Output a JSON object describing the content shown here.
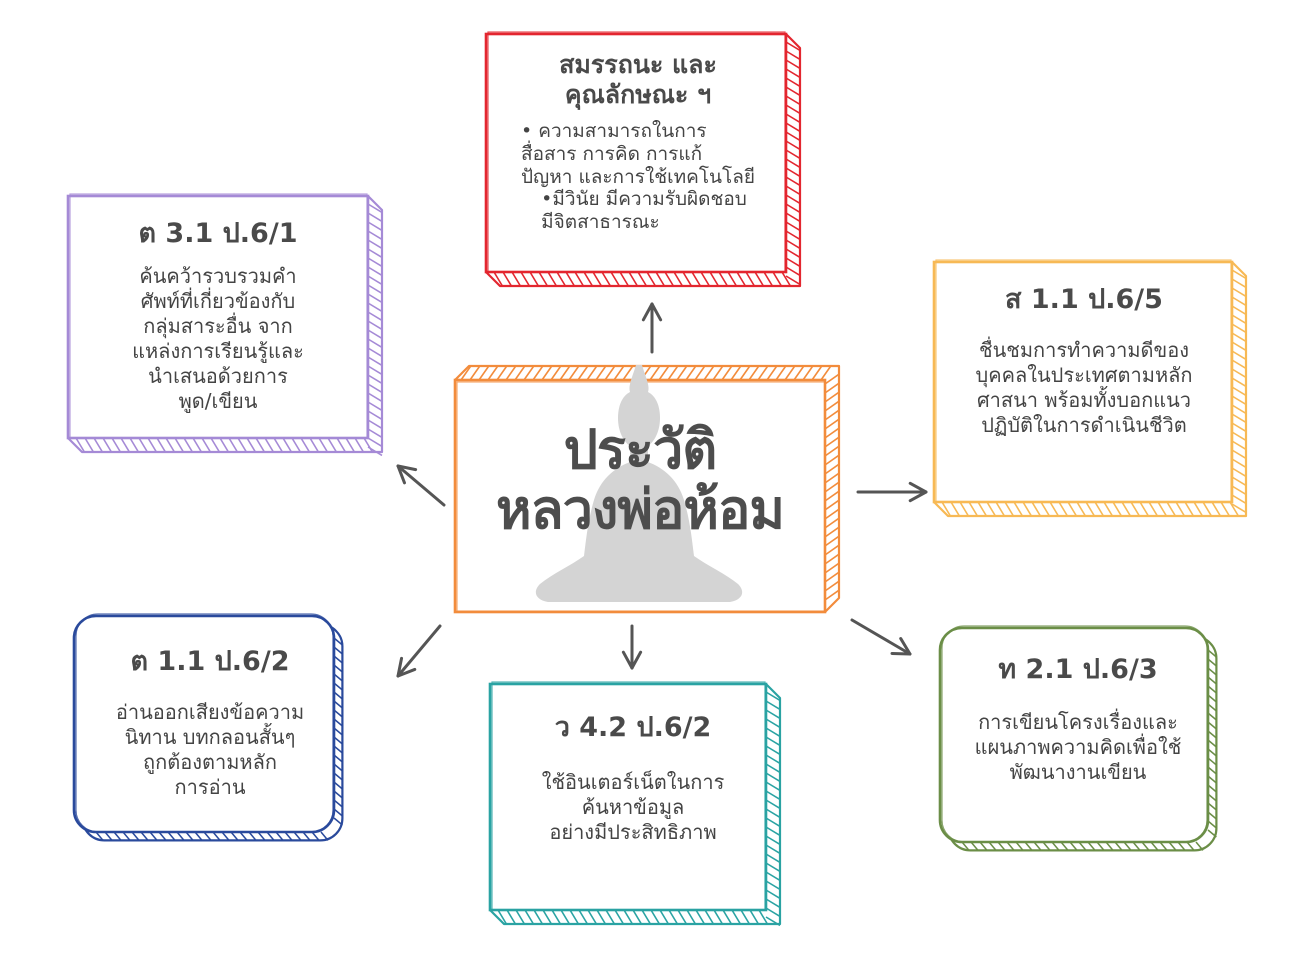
{
  "center": {
    "title": "ประวัติ\nหลวงพ่อห้อม",
    "color": "#f28c3c"
  },
  "nodes": {
    "top": {
      "title": "สมรรถนะ\nและคุณลักษณะ ฯ",
      "bullet1": "• ความสามารถในการ\nสื่อสาร การคิด การแก้\nปัญหา และการใช้เทคโนโลยี",
      "bullet2": "•มีวินัย มีความรับผิดชอบ\nมีจิตสาธารณะ",
      "color": "#e3262f"
    },
    "left_top": {
      "title": "ต 3.1 ป.6/1",
      "body": "ค้นคว้ารวบรวมคำ\nศัพท์ที่เกี่ยวข้องกับ\nกลุ่มสาระอื่น จาก\nแหล่งการเรียนรู้และ\nนำเสนอด้วยการ\nพูด/เขียน",
      "color": "#a58ad6"
    },
    "right_top": {
      "title": "ส 1.1 ป.6/5",
      "body": "ชื่นชมการทำความดีของ\nบุคคลในประเทศตามหลัก\nศาสนา พร้อมทั้งบอกแนว\nปฏิบัติในการดำเนินชีวิต",
      "color": "#f7b955"
    },
    "left_bottom": {
      "title": "ต 1.1 ป.6/2",
      "body": "อ่านออกเสียงข้อความ\nนิทาน บทกลอนสั้นๆ\nถูกต้องตามหลัก\nการอ่าน",
      "color": "#2a4a9c"
    },
    "bottom": {
      "title": "ว 4.2 ป.6/2",
      "body": "ใช้อินเตอร์เน็ตในการ\nค้นหาข้อมูล\nอย่างมีประสิทธิภาพ",
      "color": "#2aa3a3"
    },
    "right_bottom": {
      "title": "ท 2.1 ป.6/3",
      "body": "การเขียนโครงเรื่องและ\nแผนภาพความคิดเพื่อใช้\nพัฒนางานเขียน",
      "color": "#6b8e47"
    }
  },
  "arrow_color": "#555555",
  "silhouette_color": "#d4d4d4"
}
